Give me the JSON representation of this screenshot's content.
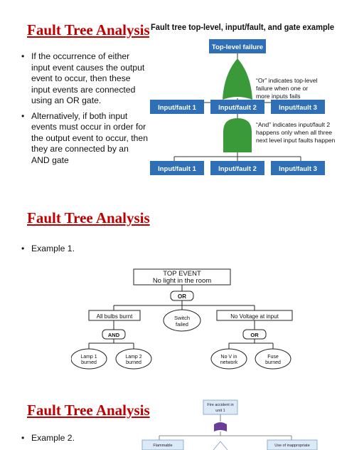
{
  "slide1": {
    "title": "Fault Tree Analysis",
    "bullets": [
      "If the occurrence of either input event causes the output event to occur, then these input events are connected using an OR gate.",
      "Alternatively, if both input events must occur in order for the output event to occur, then they are connected by an AND gate"
    ],
    "figure": {
      "heading": "Fault tree top-level, input/fault, and gate example",
      "top_box": "Top-level failure",
      "or_note": [
        "“Or” indicates top-level",
        "failure when one or",
        "more inputs fails"
      ],
      "row1": [
        "Input/fault 1",
        "Input/fault 2",
        "Input/fault 3"
      ],
      "and_note": [
        "“And” indicates input/fault 2",
        "happens only when all three",
        "next level input faults happen"
      ],
      "row2": [
        "Input/fault 1",
        "Input/fault 2",
        "Input/fault 3"
      ]
    }
  },
  "slide2": {
    "title": "Fault Tree Analysis",
    "bullet": "Example 1.",
    "diagram": {
      "top_event": [
        "TOP EVENT",
        "No light in the room"
      ],
      "or_gate": "OR",
      "left": "All bulbs burnt",
      "center": [
        "Switch",
        "failed"
      ],
      "right": "No Voltage at input",
      "and_gate": "AND",
      "right_gate": "OR",
      "leaves": [
        [
          "Lamp 1",
          "burned"
        ],
        [
          "Lamp 2",
          "burned"
        ],
        [
          "No V in",
          "network"
        ],
        [
          "Fuse",
          "burned"
        ]
      ]
    }
  },
  "slide3": {
    "title": "Fault Tree Analysis",
    "bullet": "Example 2.",
    "diagram": {
      "top": [
        "Fire accident in",
        "unit 1"
      ],
      "left": "Flammable",
      "right": "Use of inappropriate"
    }
  }
}
